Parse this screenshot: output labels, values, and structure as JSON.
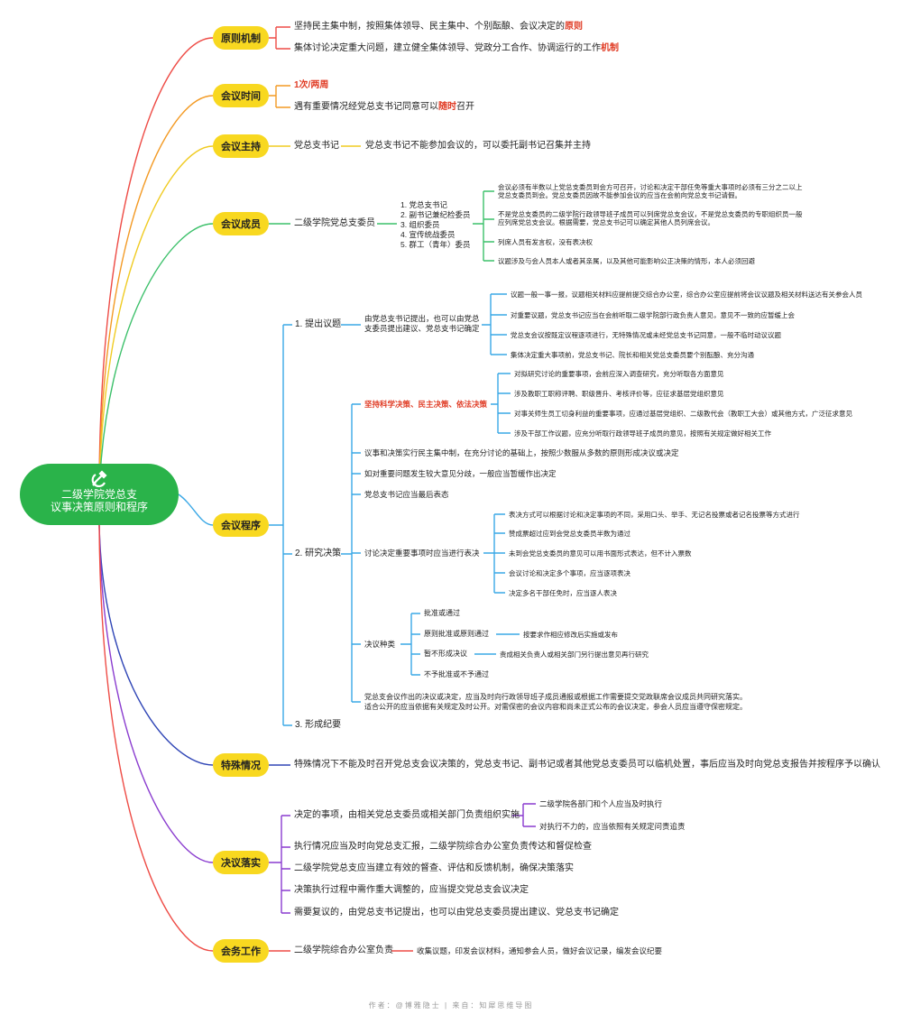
{
  "title_lines": [
    "二级学院党总支",
    "议事决策原则和程序"
  ],
  "footer": "作者：@博雅隐士 | 来自：知犀思维导图",
  "colors": {
    "root": "#2ab34a",
    "category_fill": "#f8d820",
    "highlight": "#e03b24",
    "branch_red": "#ee4c46",
    "branch_orange": "#f39a24",
    "branch_yellow": "#f0cb22",
    "branch_green": "#3cc06a",
    "branch_blue": "#3aa8e6",
    "branch_navy": "#3046b6",
    "branch_purple": "#8a3ccf"
  },
  "categories": [
    {
      "label": "原则机制"
    },
    {
      "label": "会议时间"
    },
    {
      "label": "会议主持"
    },
    {
      "label": "会议成员"
    },
    {
      "label": "会议程序"
    },
    {
      "label": "特殊情况"
    },
    {
      "label": "决议落实"
    },
    {
      "label": "会务工作"
    }
  ],
  "principles": [
    {
      "pre": "坚持民主集中制，按照集体领导、民主集中、个别酝酿、会议决定的",
      "hl": "原则"
    },
    {
      "pre": "集体讨论决定重大问题，建立健全集体领导、党政分工合作、协调运行的工作",
      "hl": "机制"
    }
  ],
  "time": [
    {
      "pre": "1次/",
      "hl": "两周",
      "post": ""
    },
    {
      "pre": "遇有重要情况经党总支书记同意可以",
      "hl": "随时",
      "post": "召开"
    }
  ],
  "host": {
    "main": "党总支书记",
    "detail": "党总支书记不能参加会议的，可以委托副书记召集并主持"
  },
  "members": {
    "main": "二级学院党总支委员",
    "roles": [
      "1. 党总支书记",
      "2. 副书记兼纪检委员",
      "3. 组织委员",
      "4. 宣传统战委员",
      "5. 群工（青年）委员"
    ],
    "rules": [
      "会议必须有半数以上党总支委员到会方可召开，讨论和决定干部任免等重大事项时必须有三分之二以上党总支委员到会。党总支委员因故不能参加会议的应当在会前向党总支书记请假。",
      "不是党总支委员的二级学院行政领导班子成员可以列席党总支会议，不是党总支委员的专职组织员一般应列席党总支会议。根据需要，党总支书记可以确定其他人员列席会议。",
      "列席人员有发言权，没有表决权",
      "议题涉及与会人员本人或者其亲属，以及其他可能影响公正决策的情形，本人必须回避"
    ]
  },
  "procedure": {
    "step1": {
      "label": "1. 提出议题",
      "desc": "由党总支书记提出，也可以由党总支委员提出建议、党总支书记确定",
      "items": [
        "议题一般一事一报，议题相关材料应提前提交综合办公室，综合办公室应提前将会议议题及相关材料送达有关参会人员",
        "对重要议题，党总支书记应当在会前听取二级学院部行政负责人意见，意见不一致的应暂缓上会",
        "党总支会议按既定议程逐项进行，无特殊情况或未经党总支书记同意，一般不临时动议议题",
        "集体决定重大事项前，党总支书记、院长和相关党总支委员要个别酝酿、充分沟通"
      ]
    },
    "step2": {
      "label": "2. 研究决策",
      "scientific": {
        "label": "坚持科学决策、民主决策、依法决策",
        "items": [
          "对拟研究讨论的重要事项，会前应深入调查研究，充分听取各方面意见",
          "涉及教职工职称评聘、职级晋升、考核评价等，应征求基层党组织意见",
          "对事关师生员工切身利益的重要事项，应通过基层党组织、二级教代会（教职工大会）或其他方式，广泛征求意见",
          "涉及干部工作议题，应充分听取行政领导班子成员的意见，按照有关规定做好相关工作"
        ]
      },
      "lines": [
        "议事和决策实行民主集中制，在充分讨论的基础上，按照少数服从多数的原则形成决议或决定",
        "如对重要问题发生较大意见分歧，一般应当暂缓作出决定",
        "党总支书记应当最后表态"
      ],
      "vote": {
        "label": "讨论决定重要事项时应当进行表决",
        "items": [
          "表决方式可以根据讨论和决定事项的不同，采用口头、举手、无记名投票或者记名投票等方式进行",
          "赞成票超过应到会党总支委员半数为通过",
          "未到会党总支委员的意见可以用书面形式表达，但不计入票数",
          "会议讨论和决定多个事项，应当逐项表决",
          "决定多名干部任免时，应当逐人表决"
        ]
      },
      "resolution": {
        "label": "决议种类",
        "items": [
          {
            "label": "批准或通过",
            "detail": ""
          },
          {
            "label": "原则批准或原则通过",
            "detail": "按要求作相应修改后实施或发布"
          },
          {
            "label": "暂不形成决议",
            "detail": "责成相关负责人或相关部门另行提出意见再行研究"
          },
          {
            "label": "不予批准或不予通过",
            "detail": ""
          }
        ]
      },
      "final": [
        "党总支会议作出的决议或决定，应当及时向行政领导班子成员通报或根据工作需要提交党政联席会议成员共同研究落实。",
        "适合公开的应当依据有关规定及时公开。对需保密的会议内容和尚未正式公布的会议决定，参会人员应当遵守保密规定。"
      ]
    },
    "step3": {
      "label": "3. 形成纪要"
    }
  },
  "special": "特殊情况下不能及时召开党总支会议决策的，党总支书记、副书记或者其他党总支委员可以临机处置，事后应当及时向党总支报告并按程序予以确认",
  "implementation": {
    "first": {
      "label": "决定的事项，由相关党总支委员或相关部门负责组织实施",
      "items": [
        "二级学院各部门和个人应当及时执行",
        "对执行不力的，应当依照有关规定问责追责"
      ]
    },
    "lines": [
      "执行情况应当及时向党总支汇报，二级学院综合办公室负责传达和督促检查",
      "二级学院党总支应当建立有效的督查、评估和反馈机制，确保决策落实",
      "决策执行过程中需作重大调整的，应当提交党总支会议决定",
      "需要复议的，由党总支书记提出，也可以由党总支委员提出建议、党总支书记确定"
    ]
  },
  "affairs": {
    "main": "二级学院综合办公室负责",
    "detail": "收集议题，印发会议材料，通知参会人员，做好会议记录，编发会议纪要"
  }
}
